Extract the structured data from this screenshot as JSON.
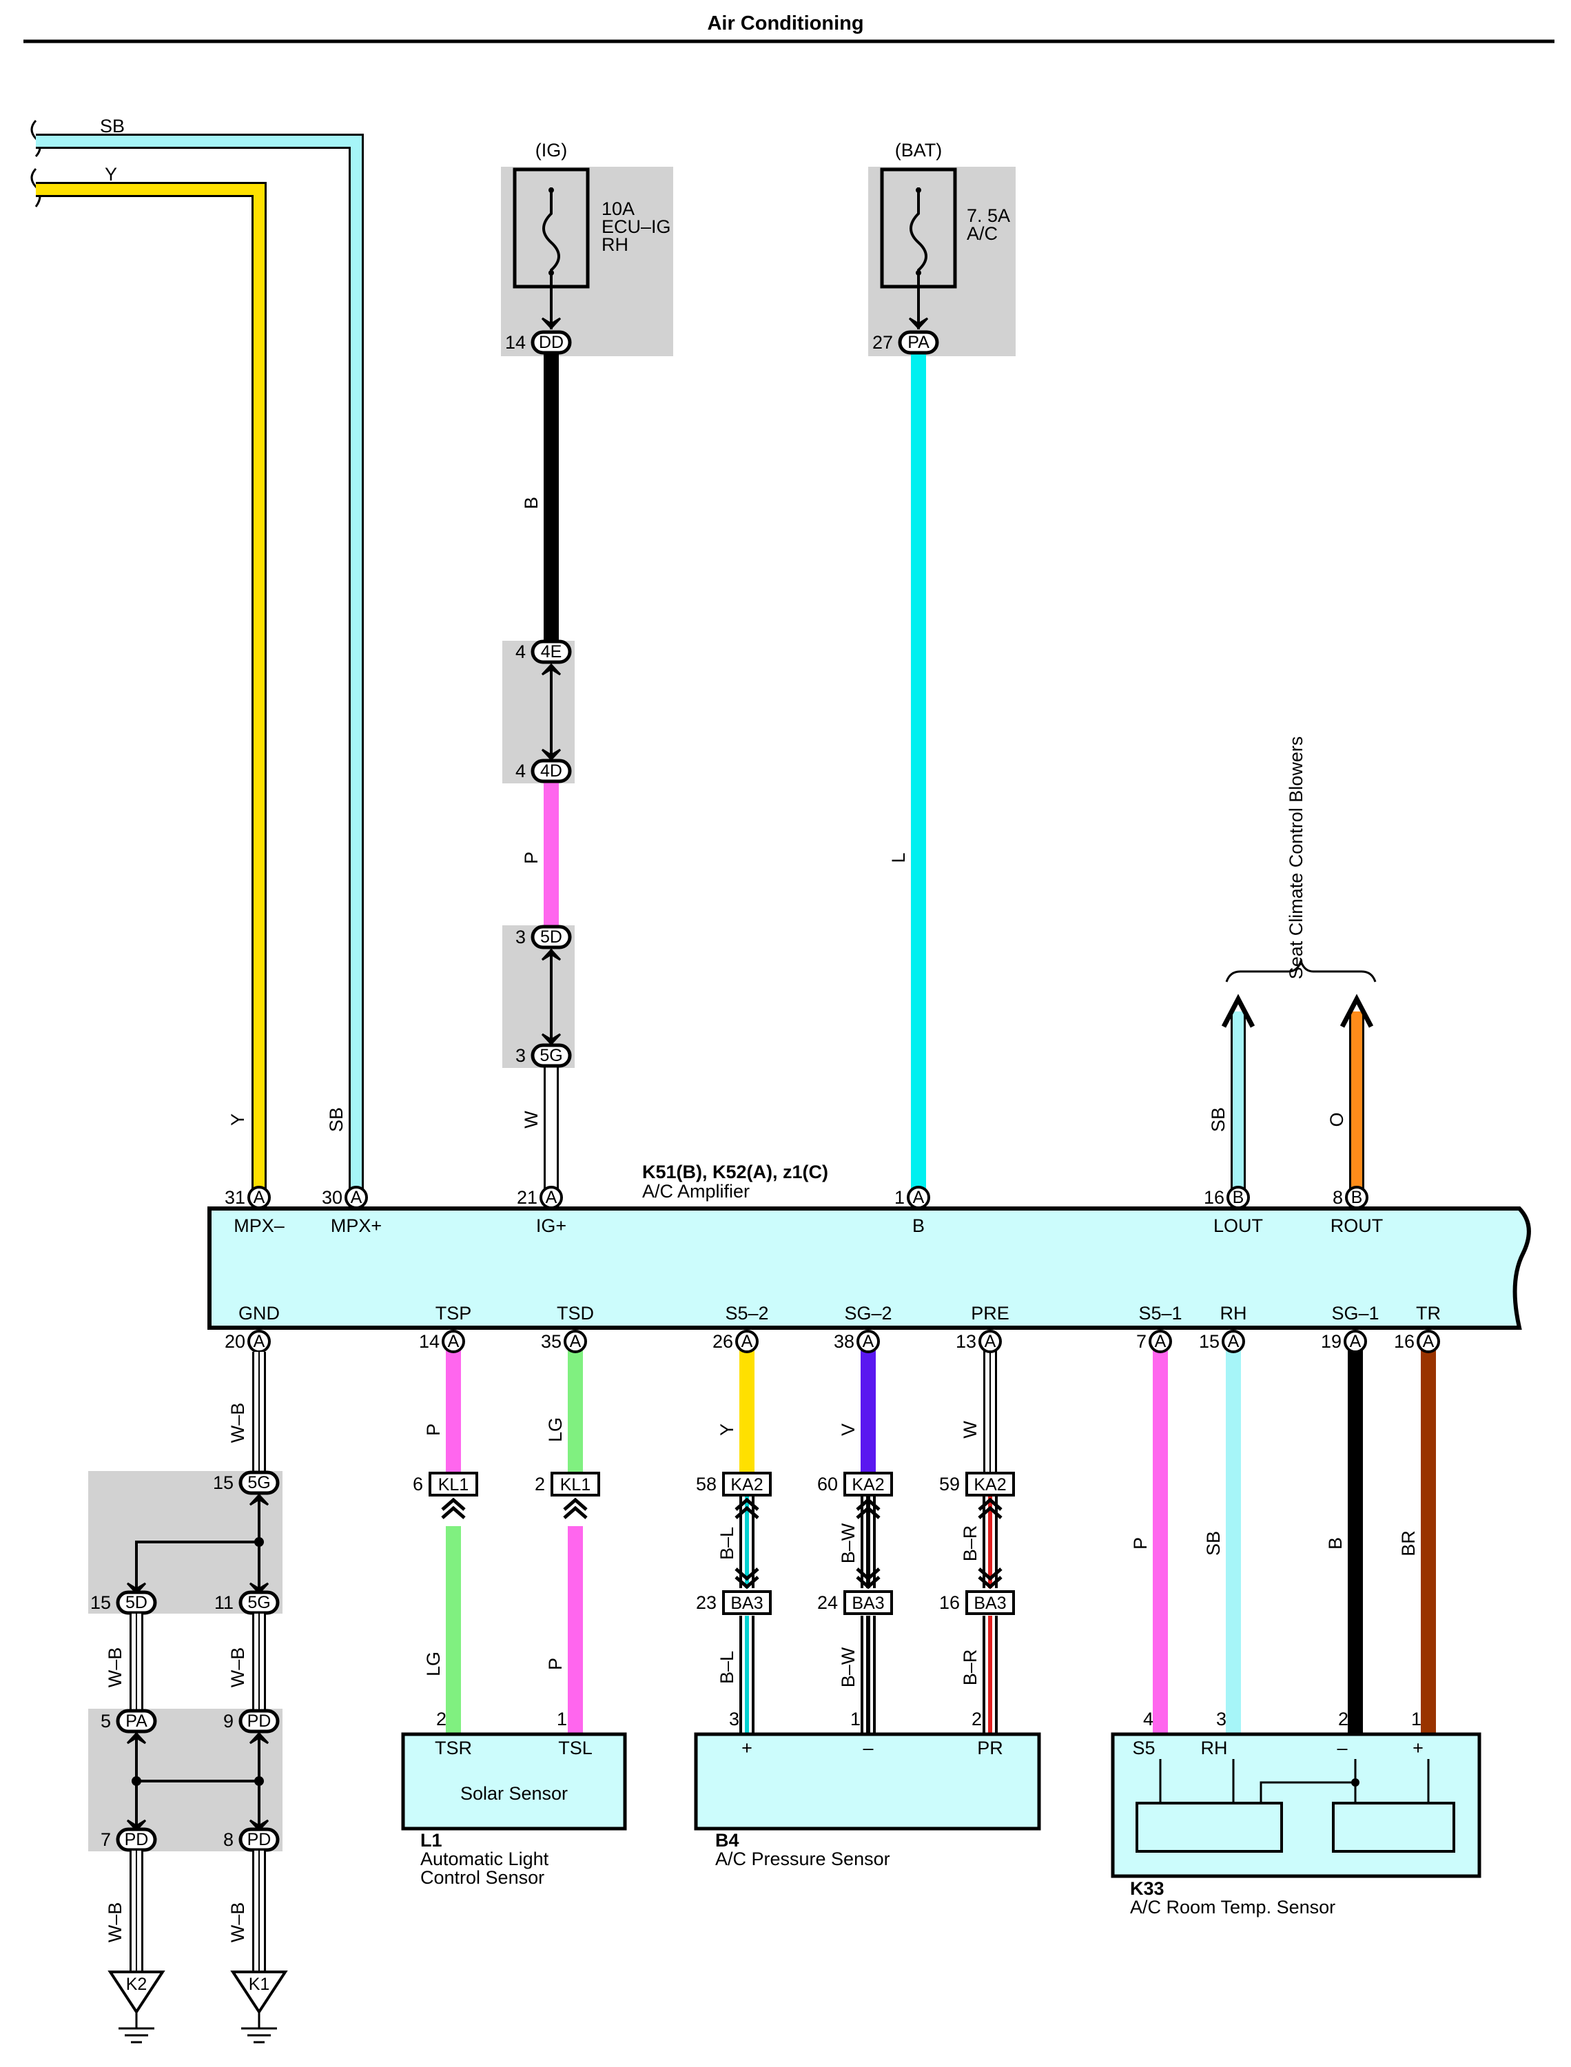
{
  "title": "Air Conditioning",
  "top_wires": [
    {
      "color": "SB"
    },
    {
      "color": "Y"
    }
  ],
  "fuses": [
    {
      "source": "(IG)",
      "rating": "10A",
      "line2": "ECU–IG",
      "line3": "RH",
      "pin": "14",
      "conn": "DD"
    },
    {
      "source": "(BAT)",
      "rating": "7. 5A",
      "line2": "A/C",
      "line3": "",
      "pin": "27",
      "conn": "PA"
    }
  ],
  "ig_path": {
    "wire1": "B",
    "j1": {
      "pin": "4",
      "conn": "4E"
    },
    "j2": {
      "pin": "4",
      "conn": "4D"
    },
    "wire2": "P",
    "j3": {
      "pin": "3",
      "conn": "5D"
    },
    "j4": {
      "pin": "3",
      "conn": "5G"
    },
    "wire3": "W"
  },
  "bat_wire": "L",
  "seat_label": "Seat Climate Control Blowers",
  "amplifier": {
    "ref": "K51(B), K52(A), z1(C)",
    "name": "A/C Amplifier",
    "top_pins": [
      {
        "num": "31",
        "conn": "A",
        "name": "MPX–",
        "wire": "Y"
      },
      {
        "num": "30",
        "conn": "A",
        "name": "MPX+",
        "wire": "SB"
      },
      {
        "num": "21",
        "conn": "A",
        "name": "IG+",
        "wire": "W"
      },
      {
        "num": "1",
        "conn": "A",
        "name": "B",
        "wire": "L"
      },
      {
        "num": "16",
        "conn": "B",
        "name": "LOUT",
        "wire": "SB"
      },
      {
        "num": "8",
        "conn": "B",
        "name": "ROUT",
        "wire": "O"
      }
    ],
    "bottom_pins": [
      {
        "num": "20",
        "conn": "A",
        "name": "GND",
        "wire": "W–B"
      },
      {
        "num": "14",
        "conn": "A",
        "name": "TSP",
        "wire": "P"
      },
      {
        "num": "35",
        "conn": "A",
        "name": "TSD",
        "wire": "LG"
      },
      {
        "num": "26",
        "conn": "A",
        "name": "S5–2",
        "wire": "Y"
      },
      {
        "num": "38",
        "conn": "A",
        "name": "SG–2",
        "wire": "V"
      },
      {
        "num": "13",
        "conn": "A",
        "name": "PRE",
        "wire": "W"
      },
      {
        "num": "7",
        "conn": "A",
        "name": "S5–1",
        "wire": "P"
      },
      {
        "num": "15",
        "conn": "A",
        "name": "RH",
        "wire": "SB"
      },
      {
        "num": "19",
        "conn": "A",
        "name": "SG–1",
        "wire": "B"
      },
      {
        "num": "16",
        "conn": "A",
        "name": "TR",
        "wire": "BR"
      }
    ]
  },
  "kl_junctions": [
    {
      "pin": "6",
      "conn": "KL1",
      "wire_below": "LG"
    },
    {
      "pin": "2",
      "conn": "KL1",
      "wire_below": "P"
    }
  ],
  "ka_junctions": [
    {
      "pin": "58",
      "conn": "KA2",
      "wire_mid": "B–L",
      "pin2": "23",
      "conn2": "BA3",
      "wire_low": "B–L"
    },
    {
      "pin": "60",
      "conn": "KA2",
      "wire_mid": "B–W",
      "pin2": "24",
      "conn2": "BA3",
      "wire_low": "B–W"
    },
    {
      "pin": "59",
      "conn": "KA2",
      "wire_mid": "B–R",
      "pin2": "16",
      "conn2": "BA3",
      "wire_low": "B–R"
    }
  ],
  "solar": {
    "pins": [
      {
        "num": "2",
        "name": "TSR"
      },
      {
        "num": "1",
        "name": "TSL"
      }
    ],
    "inner": "Solar Sensor",
    "ref": "L1",
    "name1": "Automatic Light",
    "name2": "Control Sensor"
  },
  "pressure": {
    "pins": [
      {
        "num": "3",
        "name": "+"
      },
      {
        "num": "1",
        "name": "–"
      },
      {
        "num": "2",
        "name": "PR"
      }
    ],
    "ref": "B4",
    "name": "A/C Pressure Sensor"
  },
  "room": {
    "pins": [
      {
        "num": "4",
        "name": "S5"
      },
      {
        "num": "3",
        "name": "RH"
      },
      {
        "num": "2",
        "name": "–"
      },
      {
        "num": "1",
        "name": "+"
      }
    ],
    "ref": "K33",
    "name": "A/C Room Temp.  Sensor"
  },
  "ground": {
    "j5g_top": {
      "pin": "15",
      "conn": "5G"
    },
    "j5d": {
      "pin": "15",
      "conn": "5D"
    },
    "j5g_bot": {
      "pin": "11",
      "conn": "5G"
    },
    "jpa": {
      "pin": "5",
      "conn": "PA"
    },
    "jpd_top": {
      "pin": "9",
      "conn": "PD"
    },
    "jpd_l": {
      "pin": "7",
      "conn": "PD"
    },
    "jpd_r": {
      "pin": "8",
      "conn": "PD"
    },
    "wire": "W–B",
    "k2": "K2",
    "k1": "K1"
  },
  "colors": {
    "SB": "#a6f5f8",
    "Y": "#ffe000",
    "B": "#000000",
    "P": "#ff66ee",
    "L": "#00f0f0",
    "O": "#ff8c1a",
    "LG": "#80f080",
    "V": "#5a18f0",
    "BR": "#993300",
    "W": "#ffffff",
    "component_fill": "#ccfcfc",
    "junction_fill": "#d2d2d2"
  }
}
